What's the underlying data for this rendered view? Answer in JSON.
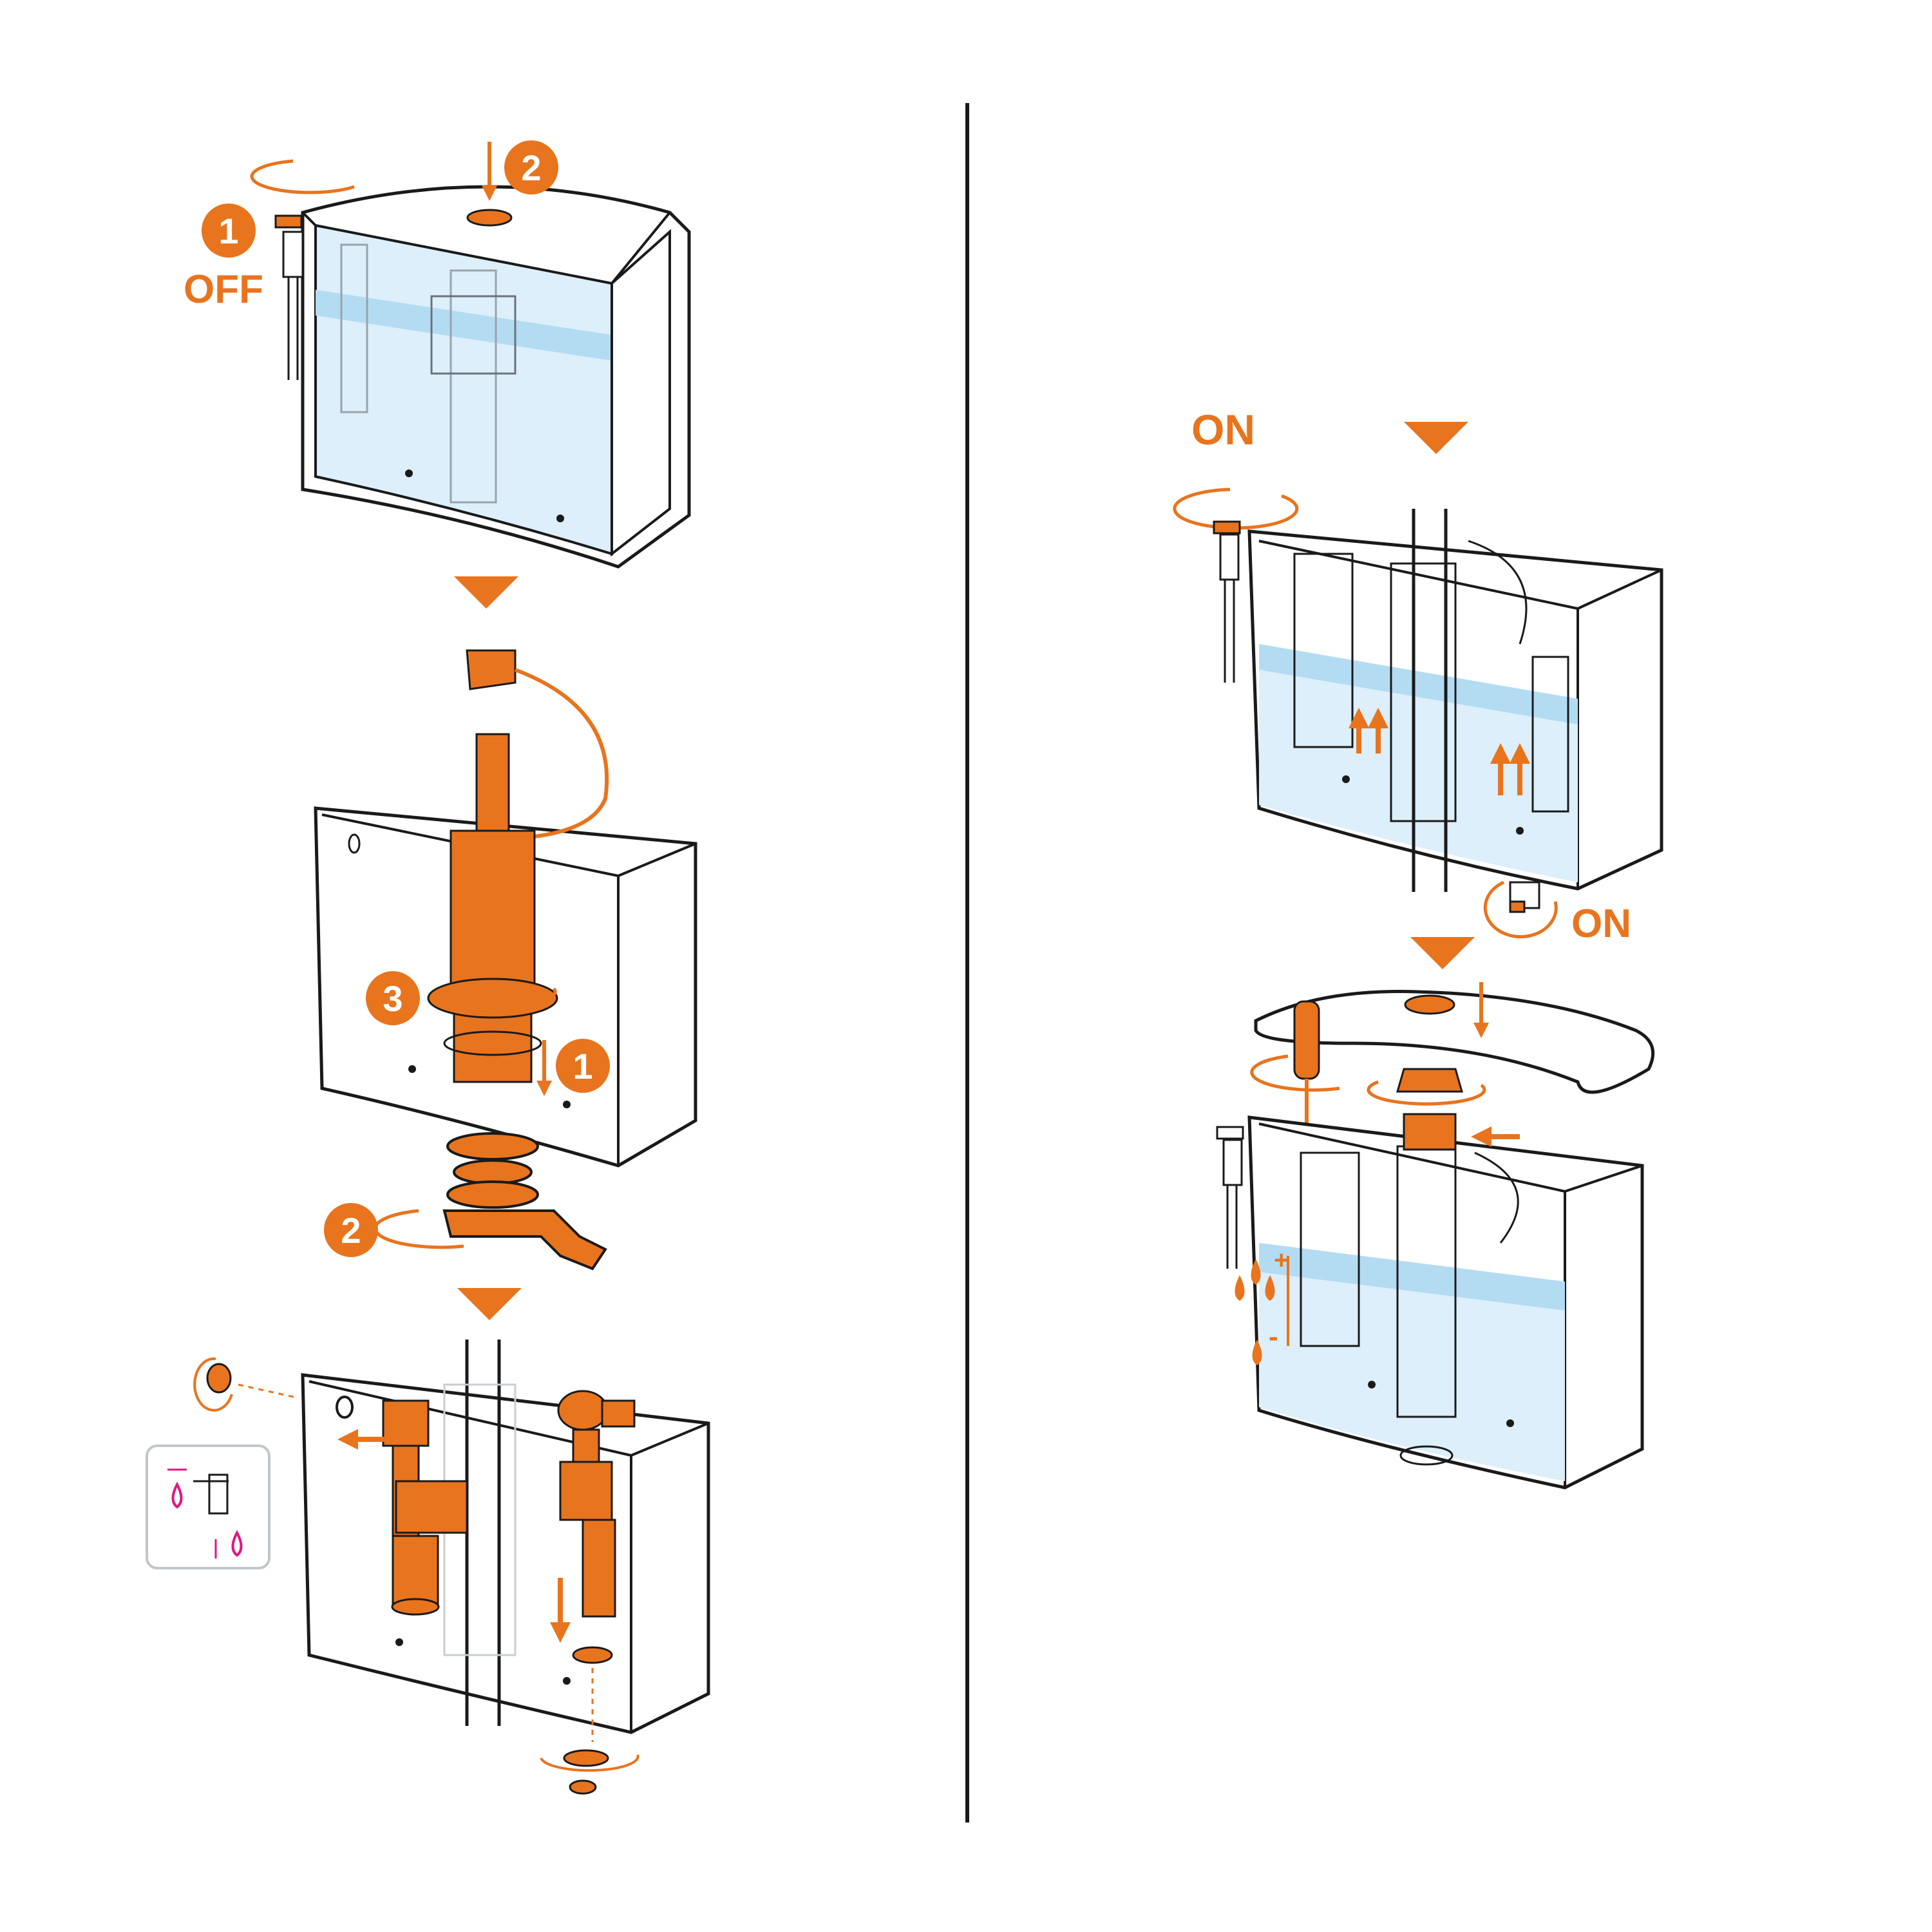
{
  "colors": {
    "accent": "#e8741e",
    "water": "#b3dcf3",
    "water_light": "#dceffa",
    "outline": "#1a1a1a",
    "pink": "#e0177f",
    "panel_bg": "#ffffff"
  },
  "icons": [
    "isolation-valve-icon",
    "push-button-icon",
    "rotate-arrow-icon",
    "down-triangle-icon",
    "flush-valve-icon",
    "fill-valve-icon",
    "water-drop-icon",
    "screwdriver-icon",
    "nut-icon",
    "wrench-icon"
  ],
  "steps": {
    "step1_num": "1",
    "step2_num": "2",
    "step3_num": "3",
    "remove_1": "1",
    "remove_2": "2"
  },
  "labels": {
    "off": "OFF",
    "on_left": "ON",
    "on_right": "ON",
    "plus": "+",
    "minus": "-"
  }
}
